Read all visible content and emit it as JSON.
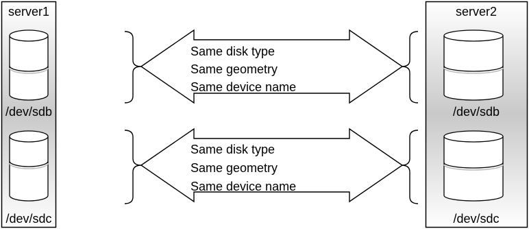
{
  "servers": [
    {
      "name": "server1",
      "disks": [
        {
          "device": "/dev/sdb"
        },
        {
          "device": "/dev/sdc"
        }
      ]
    },
    {
      "name": "server2",
      "disks": [
        {
          "device": "/dev/sdb"
        },
        {
          "device": "/dev/sdc"
        }
      ]
    }
  ],
  "links": [
    {
      "lines": [
        "Same disk type",
        "Same geometry",
        "Same device name"
      ]
    },
    {
      "lines": [
        "Same disk type",
        "Same geometry",
        "Same device name"
      ]
    }
  ]
}
